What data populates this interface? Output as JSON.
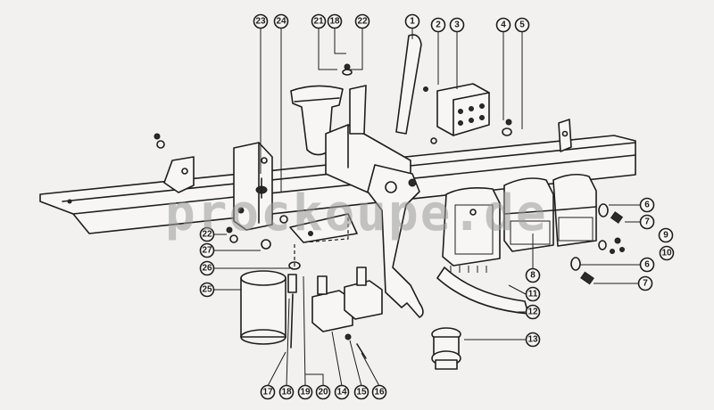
{
  "diagram": {
    "type": "exploded parts diagram",
    "watermark": "prockoupe.de",
    "callouts": {
      "c23": "23",
      "c24": "24",
      "c21": "21",
      "c18a": "18",
      "c22a": "22",
      "c1": "1",
      "c2": "2",
      "c3": "3",
      "c4": "4",
      "c5": "5",
      "c6a": "6",
      "c7a": "7",
      "c9": "9",
      "c10": "10",
      "c8": "8",
      "c6b": "6",
      "c7b": "7",
      "c11": "11",
      "c12": "12",
      "c13": "13",
      "c22b": "22",
      "c27": "27",
      "c26": "26",
      "c25": "25",
      "c17": "17",
      "c18b": "18",
      "c19": "19",
      "c20": "20",
      "c14": "14",
      "c15": "15",
      "c16": "16"
    }
  }
}
